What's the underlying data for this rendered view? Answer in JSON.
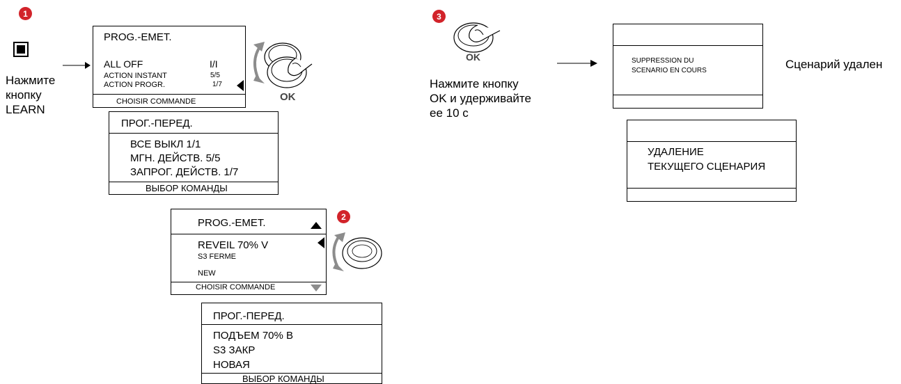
{
  "step1": {
    "badge": "1",
    "instruction": [
      "Нажмите",
      "кнопку",
      "LEARN"
    ],
    "screen_fr": {
      "title": "PROG.-EMET.",
      "items": [
        {
          "label": "ALL OFF",
          "value": "I/I"
        },
        {
          "label": "ACTION INSTANT",
          "value": "5/5"
        },
        {
          "label": "ACTION PROGR.",
          "value": "1/7"
        }
      ],
      "footer": "CHOISIR COMMANDE"
    },
    "screen_ru": {
      "title": "ПРОГ.-ПЕРЕД.",
      "items": [
        "ВСЕ ВЫКЛ 1/1",
        "МГН. ДЕЙСТВ. 5/5",
        "ЗАПРОГ. ДЕЙСТВ. 1/7"
      ],
      "footer": "ВЫБОР КОМАНДЫ"
    },
    "ok_label": "OK"
  },
  "step2": {
    "badge": "2",
    "screen_fr": {
      "title": "PROG.-EMET.",
      "items": [
        "REVEIL 70% V",
        "S3 FERME",
        "NEW"
      ],
      "footer": "CHOISIR COMMANDE"
    },
    "screen_ru": {
      "title": "ПРОГ.-ПЕРЕД.",
      "items": [
        "ПОДЪЕМ 70% В",
        "S3 ЗАКР",
        "НОВАЯ"
      ],
      "footer": "ВЫБОР КОМАНДЫ"
    }
  },
  "step3": {
    "badge": "3",
    "ok_label": "OK",
    "instruction": [
      "Нажмите кнопку",
      "OK и удерживайте",
      "ее 10 с"
    ],
    "screen_fr": {
      "lines": [
        "SUPPRESSION DU",
        "SCENARIO EN COURS"
      ]
    },
    "screen_ru": {
      "lines": [
        "УДАЛЕНИЕ",
        "ТЕКУЩЕГО СЦЕНАРИЯ"
      ]
    },
    "result": "Сценарий удален"
  },
  "colors": {
    "badge": "#d2232a",
    "knob_arrow": "#8c8c8c",
    "scroll_arrow": "#8c8c8c"
  }
}
